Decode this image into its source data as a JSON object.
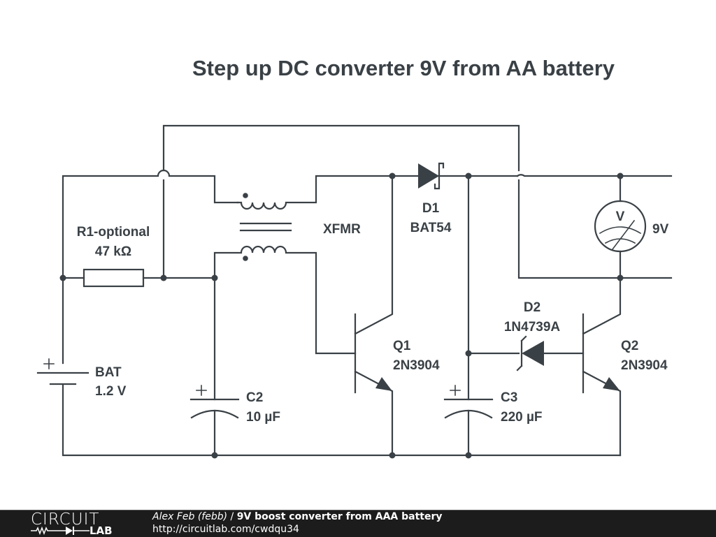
{
  "title": "Step up DC converter 9V from AA battery",
  "components": {
    "r1": {
      "name": "R1-optional",
      "value": "47 kΩ"
    },
    "xfmr": {
      "name": "XFMR"
    },
    "d1": {
      "name": "D1",
      "value": "BAT54"
    },
    "voltmeter": {
      "symbol": "V",
      "value": "9V"
    },
    "d2": {
      "name": "D2",
      "value": "1N4739A"
    },
    "q1": {
      "name": "Q1",
      "value": "2N3904"
    },
    "q2": {
      "name": "Q2",
      "value": "2N3904"
    },
    "bat": {
      "name": "BAT",
      "value": "1.2 V"
    },
    "c2": {
      "name": "C2",
      "value": "10 µF"
    },
    "c3": {
      "name": "C3",
      "value": "220 µF"
    },
    "plus_sign": "+"
  },
  "footer": {
    "logo_top": "CIRCUIT",
    "logo_bottom": "LAB",
    "author": "Alex Feb (febb)",
    "separator": " / ",
    "circuit_name": "9V boost converter from AAA battery",
    "url": "http://circuitlab.com/cwdqu34"
  }
}
